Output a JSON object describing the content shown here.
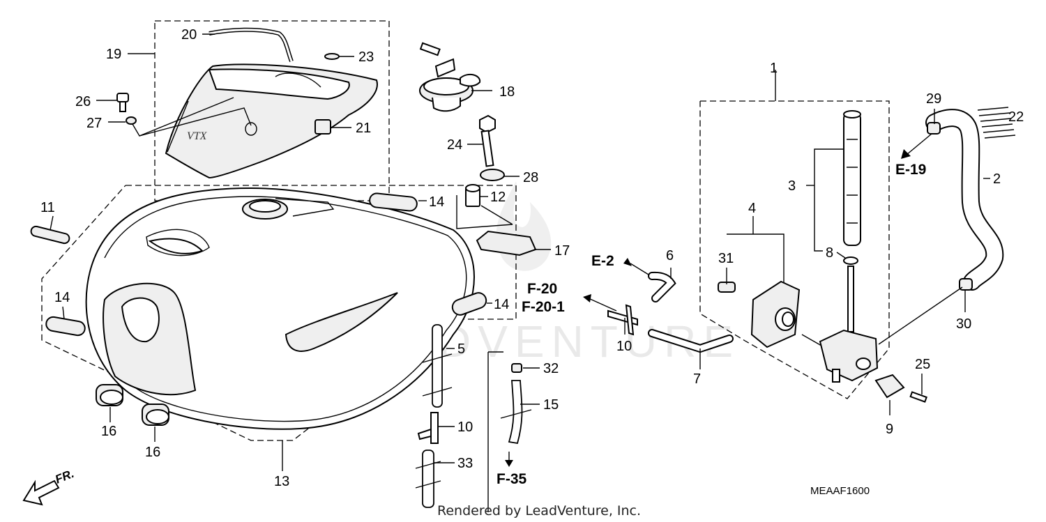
{
  "callouts": {
    "c1": "1",
    "c2": "2",
    "c3": "3",
    "c4": "4",
    "c5": "5",
    "c6": "6",
    "c7": "7",
    "c8": "8",
    "c9": "9",
    "c10a": "10",
    "c10b": "10",
    "c11": "11",
    "c12": "12",
    "c13": "13",
    "c14a": "14",
    "c14b": "14",
    "c14c": "14",
    "c15": "15",
    "c16a": "16",
    "c16b": "16",
    "c17": "17",
    "c18": "18",
    "c19": "19",
    "c20": "20",
    "c21": "21",
    "c22": "22",
    "c23": "23",
    "c24": "24",
    "c25": "25",
    "c26": "26",
    "c27": "27",
    "c28": "28",
    "c29": "29",
    "c30": "30",
    "c31": "31",
    "c32": "32",
    "c33": "33"
  },
  "refs": {
    "e19": "E-19",
    "e2": "E-2",
    "f20": "F-20",
    "f201": "F-20-1",
    "f35": "F-35"
  },
  "direction_label": "FR.",
  "diagram_code": "MEAAF1600",
  "watermark": "LEADVENTURE",
  "credit": "Rendered by LeadVenture, Inc."
}
